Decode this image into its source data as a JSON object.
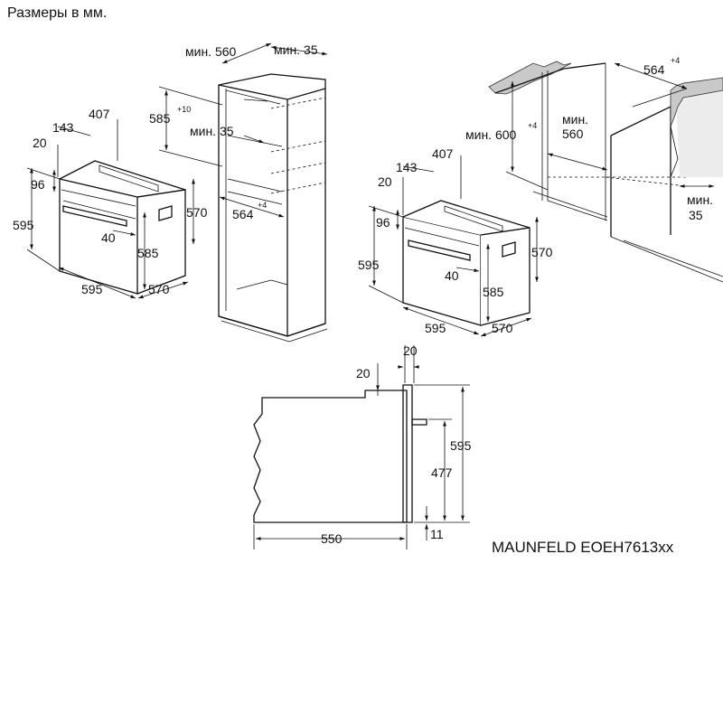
{
  "header": {
    "title": "Размеры в мм."
  },
  "model": {
    "name": "MAUNFELD EOEH7613xx"
  },
  "tolerances": {
    "plus10": "+10",
    "plus4": "+4"
  },
  "labels": {
    "v595": "595",
    "v570": "570",
    "v585": "585",
    "v550": "550",
    "v564": "564",
    "v407": "407",
    "v143": "143",
    "v96": "96",
    "v40": "40",
    "v20": "20",
    "v477": "477",
    "v11": "11",
    "v600": "600",
    "v560": "560",
    "v35": "35",
    "min": "мин.",
    "min560": "мин. 560",
    "min35": "мин. 35",
    "min600": "мин. 600"
  }
}
